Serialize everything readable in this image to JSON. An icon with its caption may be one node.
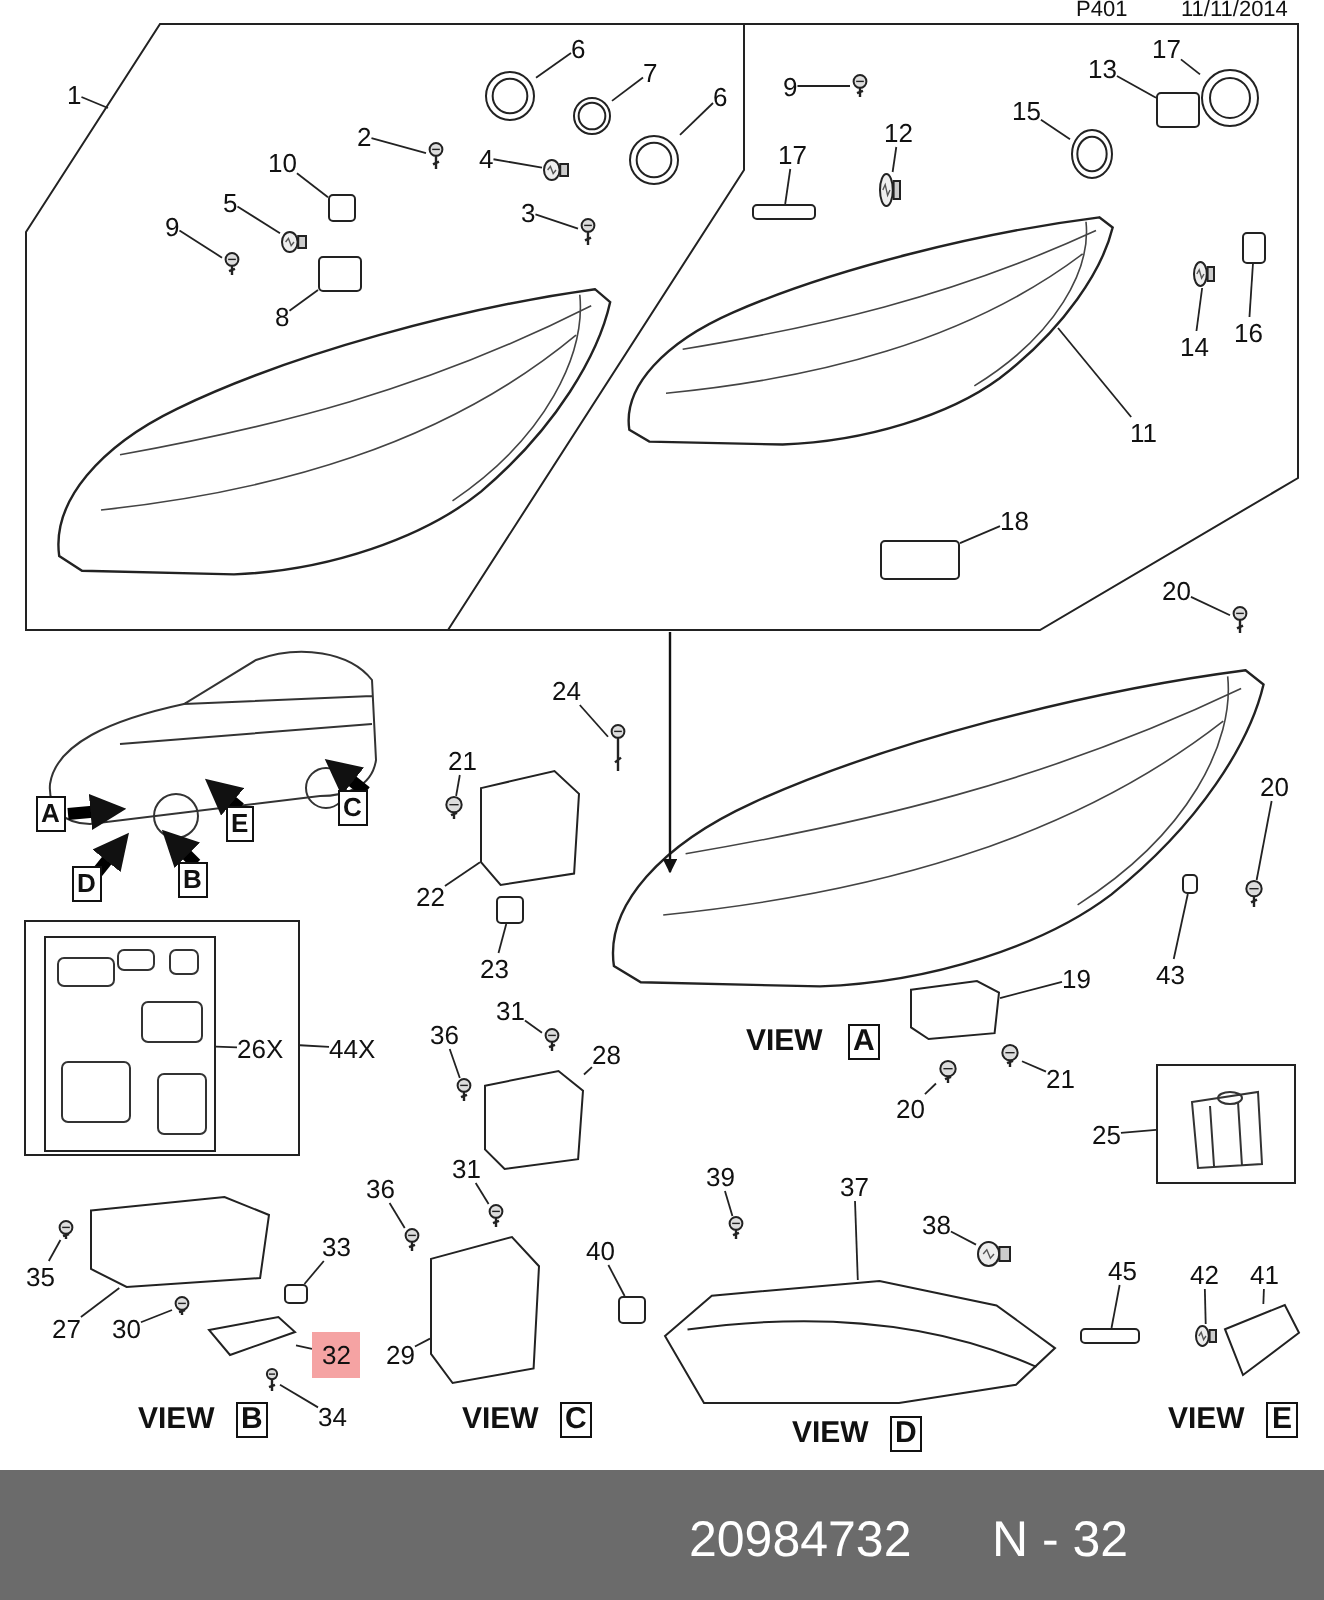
{
  "diagram": {
    "nodes": [
      {
        "text": [
          "1"
        ]
      },
      {
        "text": [
          "2"
        ]
      },
      {
        "text": [
          "6"
        ]
      },
      {
        "text": [
          "7"
        ]
      },
      {
        "text": [
          "6"
        ]
      },
      {
        "text": [
          "4"
        ]
      },
      {
        "text": [
          "10"
        ]
      },
      {
        "text": [
          "5"
        ]
      },
      {
        "text": [
          "3"
        ]
      },
      {
        "text": [
          "9"
        ]
      },
      {
        "text": [
          "8"
        ]
      },
      {
        "text": [
          "9"
        ]
      },
      {
        "text": [
          "17"
        ]
      },
      {
        "text": [
          "12"
        ]
      },
      {
        "text": [
          "15"
        ]
      },
      {
        "text": [
          "13"
        ]
      },
      {
        "text": [
          "17"
        ]
      },
      {
        "text": [
          "14"
        ]
      },
      {
        "text": [
          "16"
        ]
      },
      {
        "text": [
          "11"
        ]
      },
      {
        "text": [
          "18"
        ]
      },
      {
        "text": [
          "20"
        ]
      },
      {
        "text": [
          "24"
        ]
      },
      {
        "text": [
          "21"
        ]
      },
      {
        "text": [
          "22"
        ]
      },
      {
        "text": [
          "23"
        ]
      },
      {
        "text": [
          "20"
        ]
      },
      {
        "text": [
          "43"
        ]
      },
      {
        "text": [
          "19"
        ]
      },
      {
        "text": [
          "21"
        ]
      },
      {
        "text": [
          "20"
        ]
      },
      {
        "text": [],
        "shape": "box"
      },
      {
        "text": [],
        "shape": "box",
        "in": 31
      },
      {
        "text": [
          "26X"
        ],
        "in": 31
      },
      {
        "text": [
          "44X"
        ]
      },
      {
        "text": [
          "28"
        ]
      },
      {
        "text": [
          "36"
        ]
      },
      {
        "text": [
          "31"
        ]
      },
      {
        "text": [
          "25"
        ]
      },
      {
        "text": [
          "31"
        ]
      },
      {
        "text": [
          "36"
        ]
      },
      {
        "text": [
          "35"
        ]
      },
      {
        "text": [
          "27"
        ]
      },
      {
        "text": [
          "30"
        ]
      },
      {
        "text": [
          "33"
        ]
      },
      {
        "text": [
          "32"
        ]
      },
      {
        "text": [
          "34"
        ]
      },
      {
        "text": [
          "29"
        ]
      },
      {
        "text": [
          "40"
        ]
      },
      {
        "text": [
          "39"
        ]
      },
      {
        "text": [
          "37"
        ]
      },
      {
        "text": [
          "38"
        ]
      },
      {
        "text": [
          "45"
        ]
      },
      {
        "text": [
          "42"
        ]
      },
      {
        "text": [
          "41"
        ]
      },
      {
        "text": [],
        "shape": "picture"
      },
      {
        "text": [],
        "shape": "picture"
      },
      {
        "text": [],
        "shape": "picture"
      },
      {
        "text": [],
        "shape": "picture"
      },
      {
        "text": [],
        "shape": "picture"
      },
      {
        "text": [],
        "shape": "box"
      },
      {
        "text": [],
        "shape": "picture"
      },
      {
        "text": [],
        "shape": "picture"
      },
      {
        "text": [],
        "shape": "picture"
      },
      {
        "text": [],
        "shape": "box"
      },
      {
        "text": [],
        "shape": "picture"
      },
      {
        "text": [],
        "shape": "box"
      },
      {
        "text": [],
        "shape": "picture"
      },
      {
        "text": [],
        "shape": "picture"
      },
      {
        "text": [],
        "shape": "box"
      },
      {
        "text": [],
        "shape": "picture"
      },
      {
        "text": [],
        "shape": "picture"
      },
      {
        "text": [],
        "shape": "box"
      },
      {
        "text": [],
        "shape": "picture"
      },
      {
        "text": [],
        "shape": "box"
      },
      {
        "text": [],
        "shape": "picture"
      },
      {
        "text": [],
        "shape": "picture"
      },
      {
        "text": [],
        "shape": "picture"
      },
      {
        "text": [],
        "shape": "picture"
      },
      {
        "text": [],
        "shape": "box"
      },
      {
        "text": [],
        "shape": "picture"
      },
      {
        "text": [],
        "shape": "box"
      },
      {
        "text": [],
        "shape": "picture"
      },
      {
        "text": [],
        "shape": "picture"
      },
      {
        "text": [],
        "shape": "picture"
      },
      {
        "text": [],
        "shape": "picture"
      },
      {
        "text": [],
        "shape": "picture"
      },
      {
        "text": [],
        "shape": "picture"
      },
      {
        "text": [],
        "shape": "box"
      },
      {
        "text": [],
        "shape": "picture"
      },
      {
        "text": [],
        "shape": "picture"
      },
      {
        "text": [],
        "shape": "picture"
      },
      {
        "text": [],
        "shape": "picture"
      },
      {
        "text": [],
        "shape": "picture"
      },
      {
        "text": [],
        "shape": "box"
      },
      {
        "text": [],
        "shape": "picture"
      },
      {
        "text": [],
        "shape": "picture"
      },
      {
        "text": [],
        "shape": "picture"
      },
      {
        "text": [],
        "shape": "box"
      },
      {
        "text": [],
        "shape": "picture"
      },
      {
        "text": [],
        "shape": "picture"
      },
      {
        "text": [],
        "shape": "picture"
      },
      {
        "text": [],
        "shape": "box"
      },
      {
        "text": [],
        "shape": "picture"
      },
      {
        "text": [],
        "shape": "picture"
      }
    ],
    "edges": [
      {
        "from": 0,
        "to": null,
        "arrow": "none"
      },
      {
        "from": 1,
        "to": 55,
        "arrow": "none"
      },
      {
        "from": 2,
        "to": 56,
        "arrow": "none"
      },
      {
        "from": 3,
        "to": 57,
        "arrow": "none"
      },
      {
        "from": 4,
        "to": 58,
        "arrow": "none"
      },
      {
        "from": 5,
        "to": 59,
        "arrow": "none"
      },
      {
        "from": 6,
        "to": 60,
        "arrow": "none"
      },
      {
        "from": 7,
        "to": 61,
        "arrow": "none"
      },
      {
        "from": 8,
        "to": 62,
        "arrow": "none"
      },
      {
        "from": 9,
        "to": 63,
        "arrow": "none"
      },
      {
        "from": 10,
        "to": 64,
        "arrow": "none"
      },
      {
        "from": 11,
        "to": 65,
        "arrow": "none"
      },
      {
        "from": 12,
        "to": 66,
        "arrow": "none"
      },
      {
        "from": 13,
        "to": 67,
        "arrow": "none"
      },
      {
        "from": 14,
        "to": 68,
        "arrow": "none"
      },
      {
        "from": 15,
        "to": 69,
        "arrow": "none"
      },
      {
        "from": 16,
        "to": 70,
        "arrow": "none"
      },
      {
        "from": 17,
        "to": 71,
        "arrow": "none"
      },
      {
        "from": 18,
        "to": 72,
        "arrow": "none"
      },
      {
        "from": 19,
        "to": 73,
        "arrow": "none"
      },
      {
        "from": 20,
        "to": 74,
        "arrow": "none"
      },
      {
        "from": 21,
        "to": 75,
        "arrow": "none"
      },
      {
        "from": 22,
        "to": 76,
        "arrow": "none"
      },
      {
        "from": 23,
        "to": 77,
        "arrow": "none"
      },
      {
        "from": 24,
        "to": 78,
        "arrow": "none"
      },
      {
        "from": 25,
        "to": 79,
        "arrow": "none"
      },
      {
        "from": 26,
        "to": 80,
        "arrow": "none"
      },
      {
        "from": 27,
        "to": 81,
        "arrow": "none"
      },
      {
        "from": 28,
        "to": 82,
        "arrow": "none"
      },
      {
        "from": 29,
        "to": 83,
        "arrow": "none"
      },
      {
        "from": 30,
        "to": 84,
        "arrow": "none"
      },
      {
        "from": 33,
        "to": 32,
        "arrow": "none"
      },
      {
        "from": 34,
        "to": 31,
        "arrow": "none"
      },
      {
        "from": 35,
        "to": 85,
        "arrow": "none"
      },
      {
        "from": 36,
        "to": 86,
        "arrow": "none"
      },
      {
        "from": 37,
        "to": 87,
        "arrow": "none"
      },
      {
        "from": 38,
        "to": 88,
        "arrow": "none"
      },
      {
        "from": 39,
        "to": 89,
        "arrow": "none"
      },
      {
        "from": 40,
        "to": 90,
        "arrow": "none"
      },
      {
        "from": 41,
        "to": 91,
        "arrow": "none"
      },
      {
        "from": 42,
        "to": 92,
        "arrow": "none"
      },
      {
        "from": 43,
        "to": 93,
        "arrow": "none"
      },
      {
        "from": 44,
        "to": 94,
        "arrow": "none"
      },
      {
        "from": 45,
        "to": 95,
        "arrow": "none"
      },
      {
        "from": 46,
        "to": 96,
        "arrow": "none"
      },
      {
        "from": 47,
        "to": 97,
        "arrow": "none"
      },
      {
        "from": 48,
        "to": 98,
        "arrow": "none"
      },
      {
        "from": 49,
        "to": 99,
        "arrow": "none"
      },
      {
        "from": 50,
        "to": 100,
        "arrow": "none"
      },
      {
        "from": 51,
        "to": 101,
        "arrow": "none"
      },
      {
        "from": 52,
        "to": 102,
        "arrow": "none"
      },
      {
        "from": 53,
        "to": 103,
        "arrow": "none"
      },
      {
        "from": 54,
        "to": 104,
        "arrow": "none"
      }
    ],
    "labels": [
      "P401",
      "11/11/2014",
      "A",
      "C",
      "E",
      "D",
      "B",
      "VIEW",
      "A",
      "VIEW",
      "B",
      "VIEW",
      "C",
      "VIEW",
      "D",
      "VIEW",
      "E",
      "20984732",
      "N - 32"
    ]
  }
}
